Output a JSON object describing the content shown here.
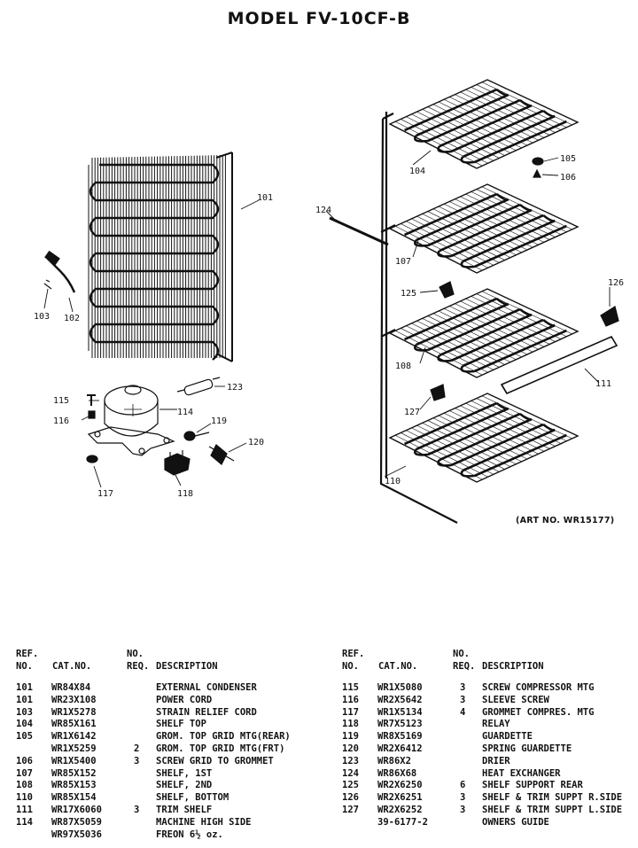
{
  "title": "MODEL FV-10CF-B",
  "art_no": "(ART NO. WR15177)",
  "callouts": {
    "c101": "101",
    "c102": "102",
    "c103": "103",
    "c104": "104",
    "c105": "105",
    "c106": "106",
    "c107": "107",
    "c108": "108",
    "c110": "110",
    "c111": "111",
    "c114": "114",
    "c115": "115",
    "c116": "116",
    "c117": "117",
    "c118": "118",
    "c119": "119",
    "c120": "120",
    "c123": "123",
    "c124": "124",
    "c125": "125",
    "c126": "126",
    "c127": "127"
  },
  "headers": {
    "ref_top": "REF.",
    "ref_bottom": "NO.",
    "cat": "CAT.NO.",
    "req_top": "NO.",
    "req_bottom": "REQ.",
    "desc": "DESCRIPTION"
  },
  "parts_left": [
    {
      "ref": "101",
      "cat": "WR84X84",
      "req": "",
      "desc": "EXTERNAL CONDENSER"
    },
    {
      "ref": "101",
      "cat": "WR23X108",
      "req": "",
      "desc": "POWER CORD"
    },
    {
      "ref": "103",
      "cat": "WR1X5278",
      "req": "",
      "desc": "STRAIN RELIEF CORD"
    },
    {
      "ref": "104",
      "cat": "WR85X161",
      "req": "",
      "desc": "SHELF TOP"
    },
    {
      "ref": "105",
      "cat": "WR1X6142",
      "req": "",
      "desc": "GROM. TOP GRID MTG(REAR)"
    },
    {
      "ref": "",
      "cat": "WR1X5259",
      "req": "2",
      "desc": "GROM. TOP GRID MTG(FRT)"
    },
    {
      "ref": "106",
      "cat": "WR1X5400",
      "req": "3",
      "desc": "SCREW GRID TO GROMMET"
    },
    {
      "ref": "107",
      "cat": "WR85X152",
      "req": "",
      "desc": "SHELF, 1ST"
    },
    {
      "ref": "108",
      "cat": "WR85X153",
      "req": "",
      "desc": "SHELF, 2ND"
    },
    {
      "ref": "110",
      "cat": "WR85X154",
      "req": "",
      "desc": "SHELF, BOTTOM"
    },
    {
      "ref": "111",
      "cat": "WR17X6060",
      "req": "3",
      "desc": "TRIM SHELF"
    },
    {
      "ref": "114",
      "cat": "WR87X5059",
      "req": "",
      "desc": "MACHINE HIGH SIDE"
    },
    {
      "ref": "",
      "cat": "WR97X5036",
      "req": "",
      "desc": "FREON 6½ oz."
    }
  ],
  "parts_right": [
    {
      "ref": "115",
      "cat": "WR1X5080",
      "req": "3",
      "desc": "SCREW COMPRESSOR MTG"
    },
    {
      "ref": "116",
      "cat": "WR2X5642",
      "req": "3",
      "desc": "SLEEVE SCREW"
    },
    {
      "ref": "117",
      "cat": "WR1X5134",
      "req": "4",
      "desc": "GROMMET COMPRES. MTG"
    },
    {
      "ref": "118",
      "cat": "WR7X5123",
      "req": "",
      "desc": "RELAY"
    },
    {
      "ref": "119",
      "cat": "WR8X5169",
      "req": "",
      "desc": "GUARDETTE"
    },
    {
      "ref": "120",
      "cat": "WR2X6412",
      "req": "",
      "desc": "SPRING GUARDETTE"
    },
    {
      "ref": "123",
      "cat": "WR86X2",
      "req": "",
      "desc": "DRIER"
    },
    {
      "ref": "124",
      "cat": "WR86X68",
      "req": "",
      "desc": "HEAT EXCHANGER"
    },
    {
      "ref": "125",
      "cat": "WR2X6250",
      "req": "6",
      "desc": "SHELF SUPPORT REAR"
    },
    {
      "ref": "126",
      "cat": "WR2X6251",
      "req": "3",
      "desc": "SHELF & TRIM SUPPT R.SIDE"
    },
    {
      "ref": "127",
      "cat": "WR2X6252",
      "req": "3",
      "desc": "SHELF & TRIM SUPPT L.SIDE"
    },
    {
      "ref": "",
      "cat": "39-6177-2",
      "req": "",
      "desc": "OWNERS GUIDE"
    }
  ]
}
